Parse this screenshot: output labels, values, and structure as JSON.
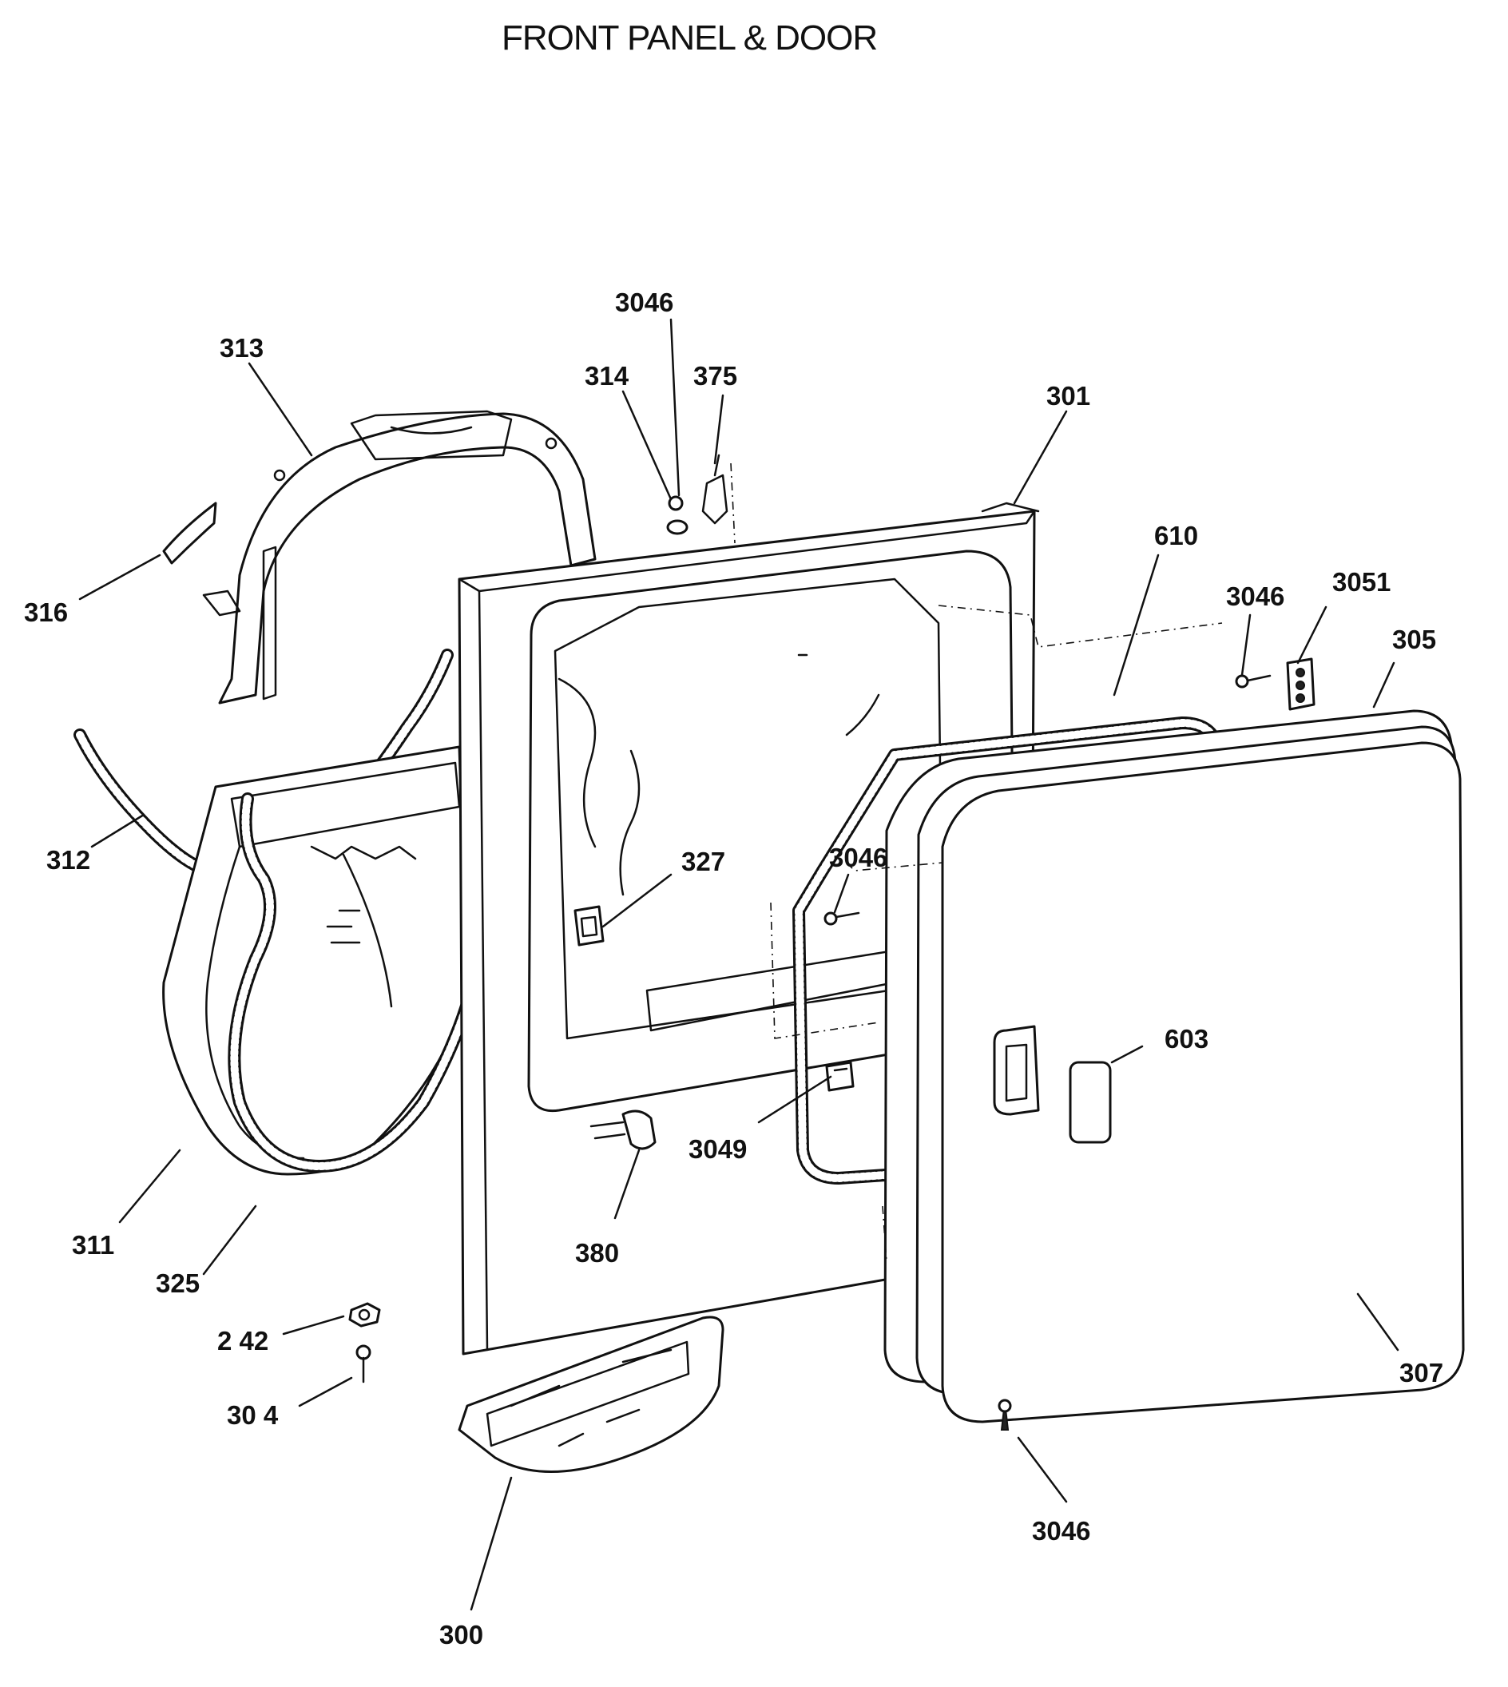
{
  "title": "FRONT PANEL & DOOR",
  "callouts": {
    "c3046_top": "3046",
    "c313": "313",
    "c314": "314",
    "c375": "375",
    "c301": "301",
    "c610": "610",
    "c3046_right": "3046",
    "c3051": "3051",
    "c305": "305",
    "c316": "316",
    "c312": "312",
    "c327": "327",
    "c3046_door": "3046",
    "c603": "603",
    "c3049": "3049",
    "c380": "380",
    "c311": "311",
    "c325": "325",
    "c242": "2 42",
    "c304": "30 4",
    "c307": "307",
    "c3046_bottom": "3046",
    "c300": "300"
  }
}
